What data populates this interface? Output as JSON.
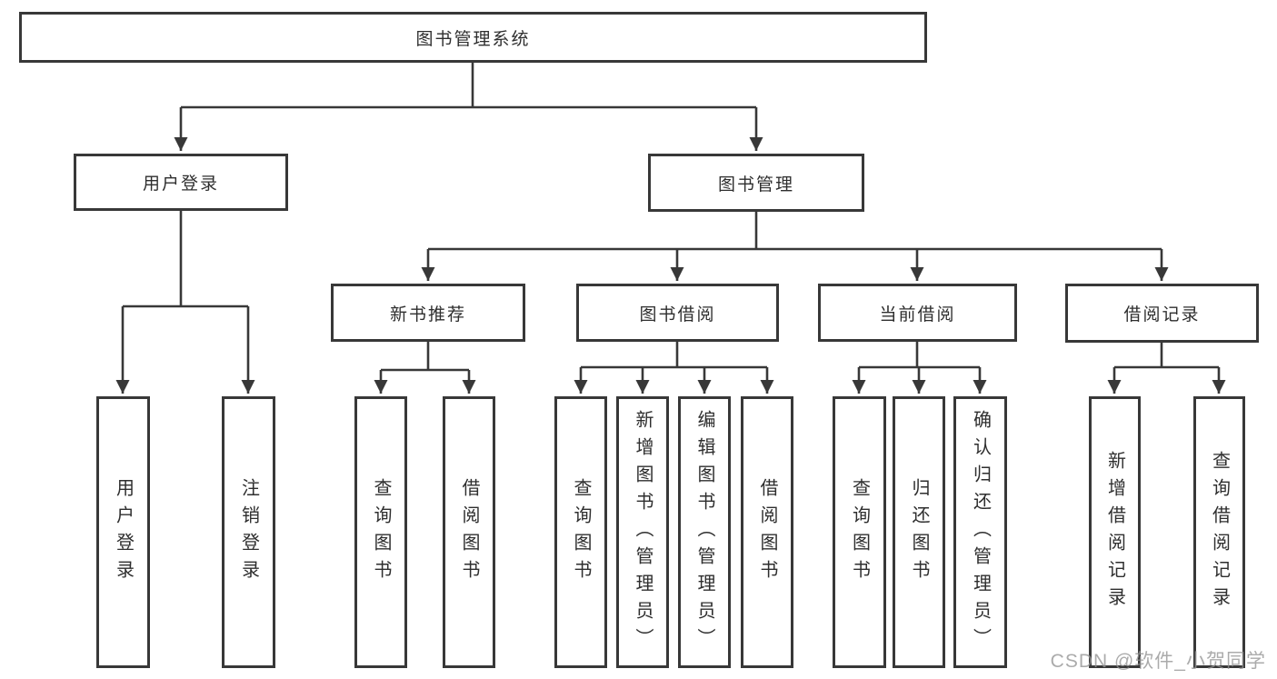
{
  "diagram_title": "图书管理系统",
  "tree": {
    "label": "图书管理系统",
    "children": [
      {
        "label": "用户登录",
        "children": [
          {
            "label": "用户登录"
          },
          {
            "label": "注销登录"
          }
        ]
      },
      {
        "label": "图书管理",
        "children": [
          {
            "label": "新书推荐",
            "children": [
              {
                "label": "查询图书"
              },
              {
                "label": "借阅图书"
              }
            ]
          },
          {
            "label": "图书借阅",
            "children": [
              {
                "label": "查询图书"
              },
              {
                "label": "新增图书（管理员）"
              },
              {
                "label": "编辑图书（管理员）"
              },
              {
                "label": "借阅图书"
              }
            ]
          },
          {
            "label": "当前借阅",
            "children": [
              {
                "label": "查询图书"
              },
              {
                "label": "归还图书"
              },
              {
                "label": "确认归还（管理员）"
              }
            ]
          },
          {
            "label": "借阅记录",
            "children": [
              {
                "label": "新增借阅记录"
              },
              {
                "label": "查询借阅记录"
              }
            ]
          }
        ]
      }
    ]
  },
  "watermark": "CSDN @软件_小贺同学",
  "colors": {
    "line": "#383838",
    "text": "#2e2e2e",
    "watermark": "#949494",
    "background": "#ffffff"
  }
}
